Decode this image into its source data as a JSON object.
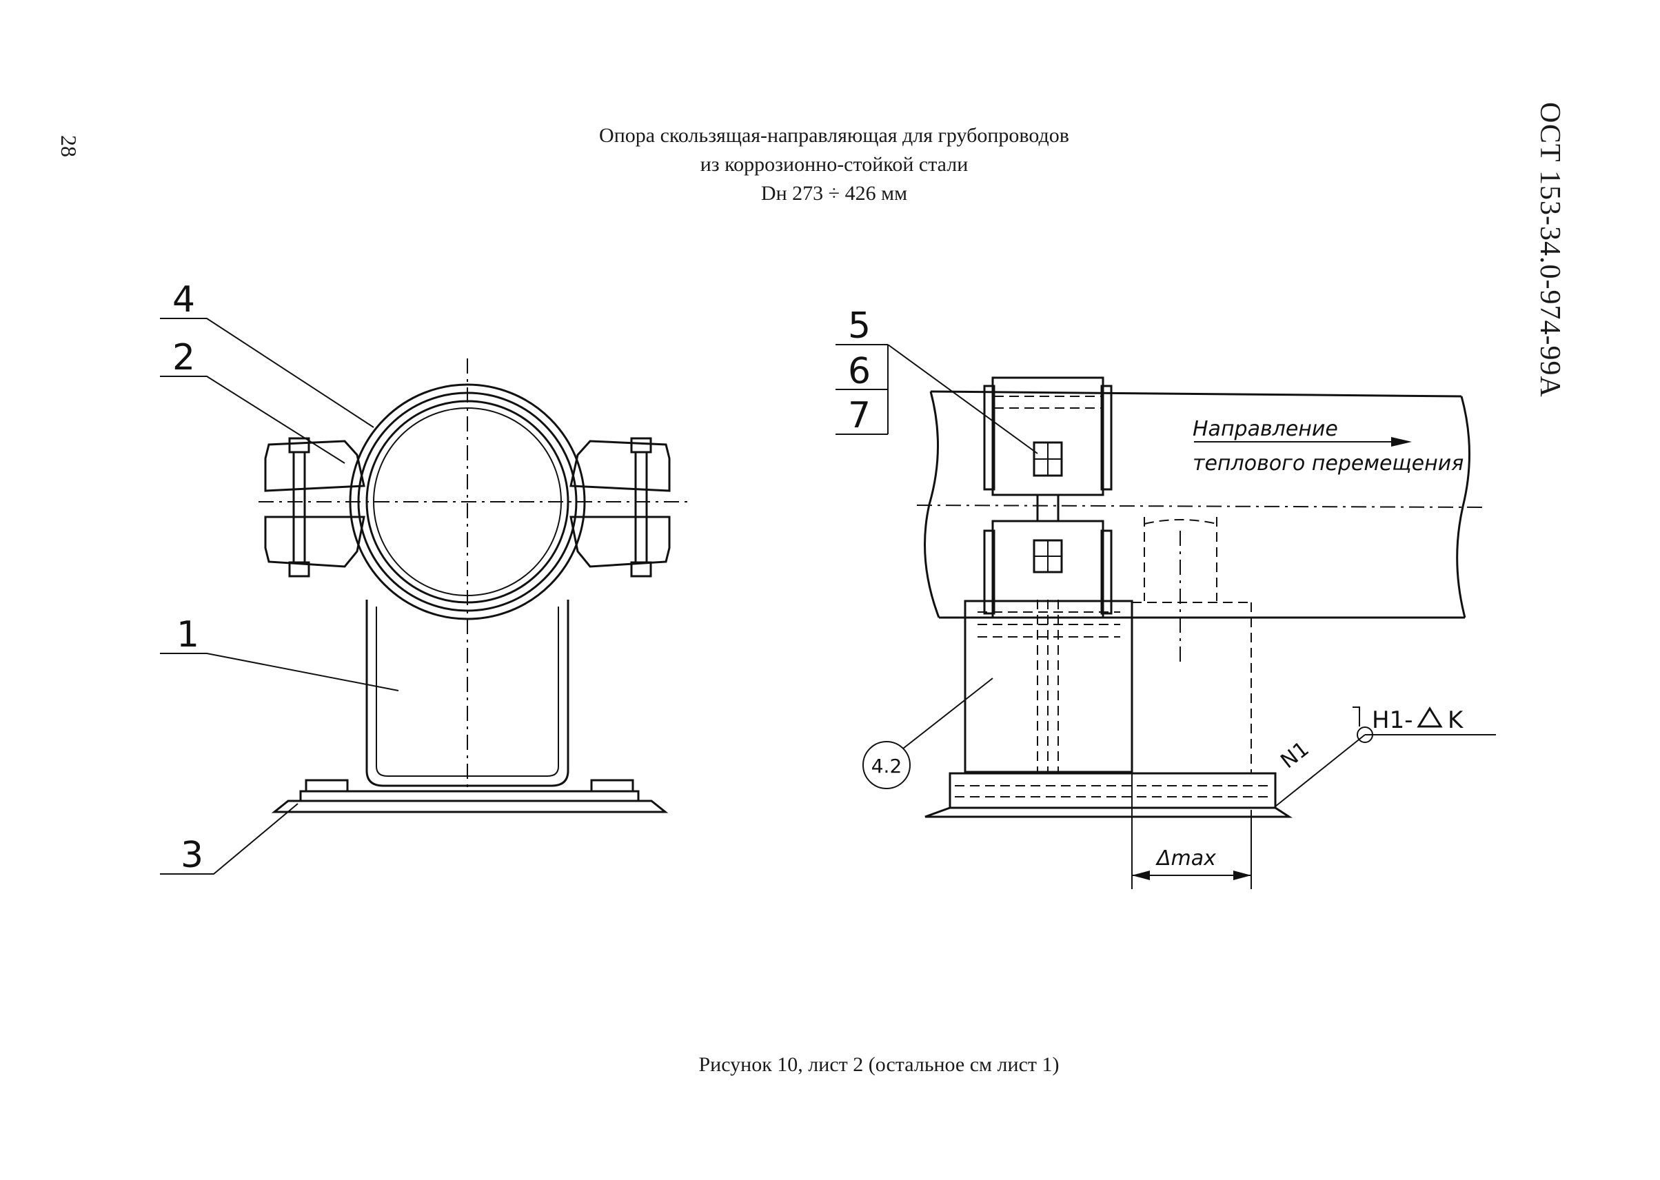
{
  "page_number": "28",
  "doc_code": "ОСТ 153-34.0-974-99А",
  "title": {
    "line1": "Опора скользящая-направляющая для грубопроводов",
    "line2": "из коррозионно-стойкой стали",
    "line3": "Dн 273 ÷ 426 мм"
  },
  "left_view": {
    "labels": [
      "4",
      "2",
      "1",
      "3"
    ]
  },
  "right_view": {
    "labels": [
      "5",
      "6",
      "7"
    ],
    "direction_line1": "Направление",
    "direction_line2": "теплового перемещения",
    "circle_label": "4.2",
    "weld_label": "N1",
    "weld_spec": "H1-",
    "weld_symbol": "K",
    "dimension_label": "Δmax"
  },
  "caption": "Рисунок 10, лист 2 (остальное см  лист 1)"
}
